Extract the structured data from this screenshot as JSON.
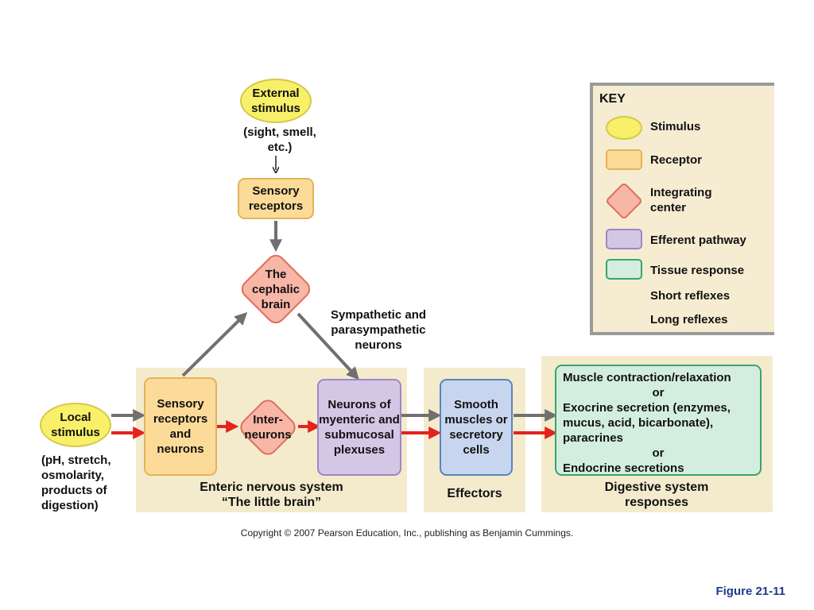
{
  "nodes": {
    "external_stimulus": "External stimulus",
    "external_note": "(sight, smell, etc.)",
    "sensory_receptors_top": "Sensory receptors",
    "cephalic_brain": "The cephalic brain",
    "sympathetic_label": "Sympathetic and parasympathetic neurons",
    "local_stimulus": "Local stimulus",
    "local_note": "(pH, stretch, osmolarity, products of digestion)",
    "sensory_receptors_neurons": "Sensory receptors and neurons",
    "interneurons": "Inter-neurons",
    "myenteric": "Neurons of myenteric and submucosal plexuses",
    "smooth_muscles": "Smooth muscles or secretory cells"
  },
  "tissue_response": {
    "line1": "Muscle contraction/relaxation",
    "or1": "or",
    "line2": "Exocrine secretion (enzymes, mucus, acid, bicarbonate), paracrines",
    "or2": "or",
    "line3": "Endocrine secretions"
  },
  "panels": {
    "enteric": "Enteric nervous system",
    "little_brain": "“The little brain”",
    "effectors": "Effectors",
    "digestive": "Digestive system responses"
  },
  "key": {
    "title": "KEY",
    "stimulus": "Stimulus",
    "receptor": "Receptor",
    "integrating": "Integrating center",
    "efferent": "Efferent pathway",
    "tissue": "Tissue response",
    "short": "Short reflexes",
    "long": "Long reflexes"
  },
  "colors": {
    "short_reflex": "#e3231c",
    "long_reflex": "#707070"
  },
  "copyright": "Copyright © 2007 Pearson Education, Inc., publishing as Benjamin Cummings.",
  "figure": "Figure 21-11"
}
